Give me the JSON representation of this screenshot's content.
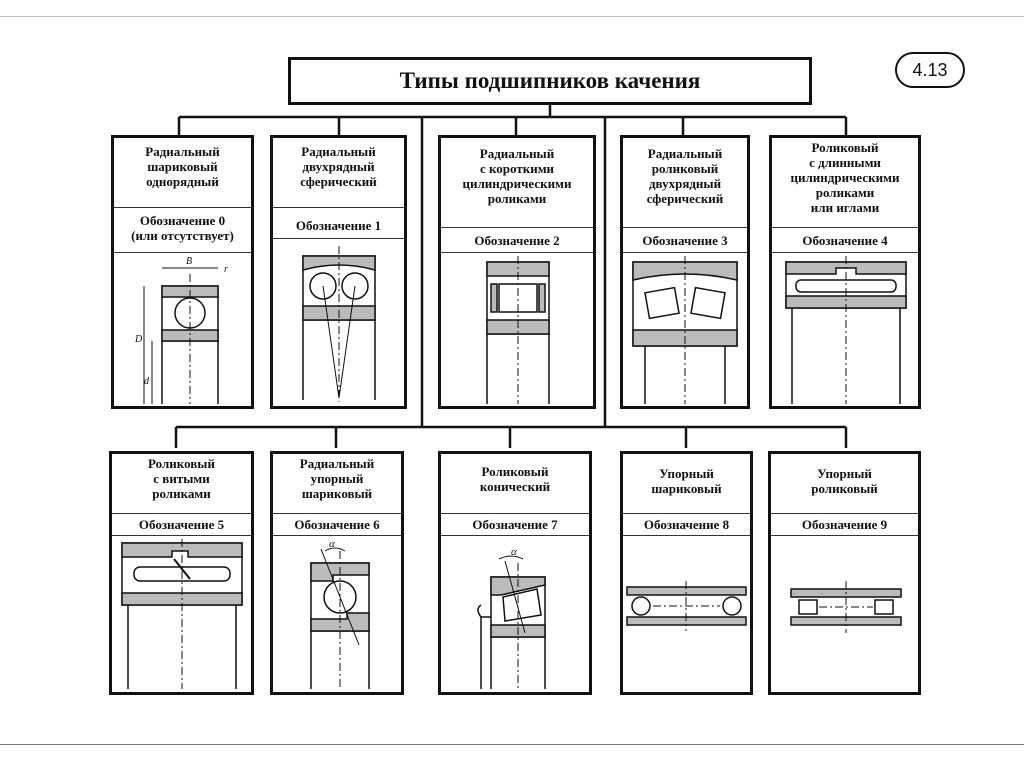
{
  "title": "Типы подшипников качения",
  "badge": "4.13",
  "cards": [
    {
      "name": "Радиальный\nшариковый\nоднорядный",
      "code": "Обозначение 0\n(или отсутствует)",
      "icon": "deep-groove-ball-bearing-icon",
      "dims": {
        "b": "B",
        "r": "r",
        "D": "D",
        "d": "d"
      }
    },
    {
      "name": "Радиальный\nдвухрядный\nсферический",
      "code": "Обозначение 1",
      "icon": "self-aligning-ball-bearing-icon"
    },
    {
      "name": "Радиальный\nс короткими\nцилиндрическими\nроликами",
      "code": "Обозначение 2",
      "icon": "cylindrical-roller-bearing-icon"
    },
    {
      "name": "Радиальный\nроликовый\nдвухрядный\nсферический",
      "code": "Обозначение 3",
      "icon": "spherical-roller-bearing-icon"
    },
    {
      "name": "Роликовый\nс длинными\nцилиндрическими\nроликами\nили иглами",
      "code": "Обозначение 4",
      "icon": "needle-roller-bearing-icon"
    },
    {
      "name": "Роликовый\nс витыми\nроликами",
      "code": "Обозначение 5",
      "icon": "twisted-roller-bearing-icon"
    },
    {
      "name": "Радиальный\nупорный\nшариковый",
      "code": "Обозначение 6",
      "icon": "angular-contact-ball-bearing-icon",
      "angle": "α"
    },
    {
      "name": "Роликовый\nконический",
      "code": "Обозначение 7",
      "icon": "tapered-roller-bearing-icon",
      "angle": "α"
    },
    {
      "name": "Упорный\nшариковый",
      "code": "Обозначение 8",
      "icon": "thrust-ball-bearing-icon"
    },
    {
      "name": "Упорный\nроликовый",
      "code": "Обозначение 9",
      "icon": "thrust-roller-bearing-icon"
    }
  ]
}
